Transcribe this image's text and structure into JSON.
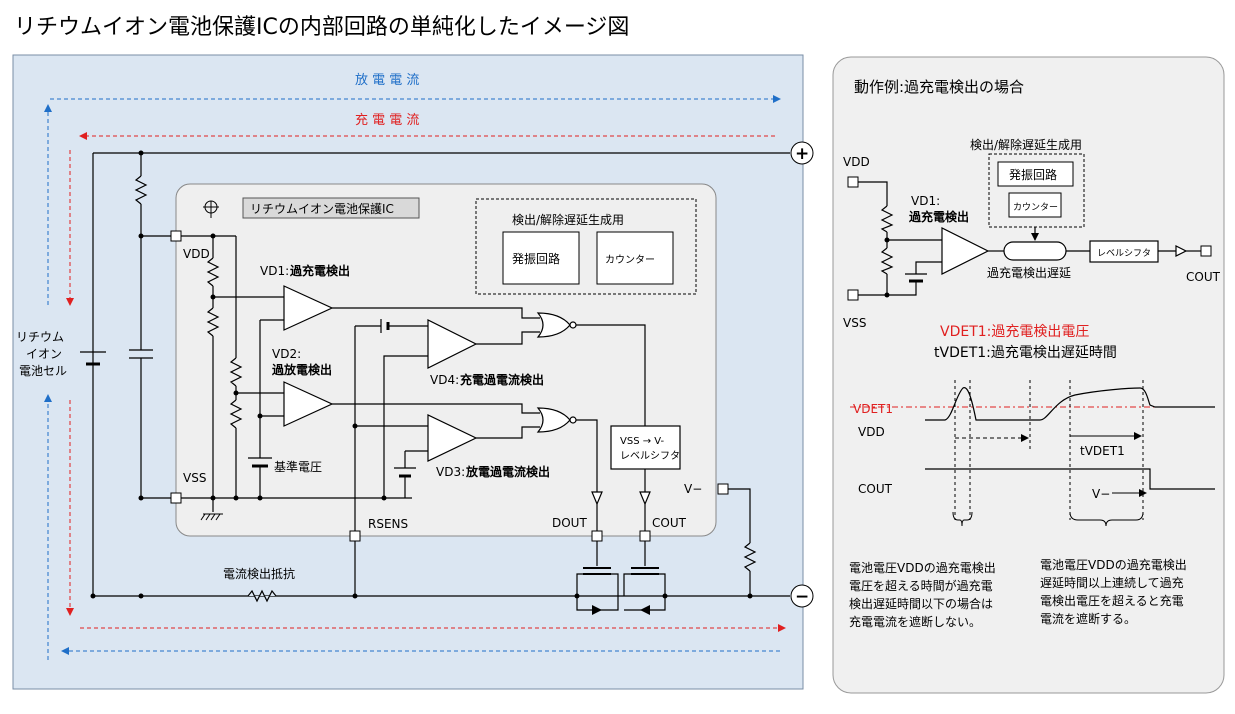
{
  "title": "リチウムイオン電池保護ICの内部回路の単純化したイメージ図",
  "left": {
    "discharge_label": "放 電 電 流",
    "charge_label": "充 電 電 流",
    "ic_label": "リチウムイオン電池保護IC",
    "delay_gen": "検出/解除遅延生成用",
    "oscillator": "発振回路",
    "counter": "カウンター",
    "vdd": "VDD",
    "vss": "VSS",
    "vd1": "VD1:",
    "vd1_name": "過充電検出",
    "vd2": "VD2:",
    "vd2_name": "過放電検出",
    "vd4": "VD4:",
    "vd4_name": "充電過電流検出",
    "vd3": "VD3:",
    "vd3_name": "放電過電流検出",
    "reference": "基準電圧",
    "level_shift_l1": "VSS → V-",
    "level_shift_l2": "レベルシフタ",
    "vminus": "V−",
    "rsens": "RSENS",
    "dout": "DOUT",
    "cout": "COUT",
    "sense_resistor": "電流検出抵抗",
    "cell_l1": "リチウム",
    "cell_l2": "イオン",
    "cell_l3": "電池セル",
    "plus": "+",
    "minus": "−"
  },
  "right": {
    "title": "動作例:過充電検出の場合",
    "delay_gen": "検出/解除遅延生成用",
    "oscillator": "発振回路",
    "counter": "カウンター",
    "vdd": "VDD",
    "vss": "VSS",
    "vd1": "VD1:",
    "vd1_name": "過充電検出",
    "delay_label": "過充電検出遅延",
    "level_shifter": "レベルシフタ",
    "cout": "COUT",
    "vdet1_desc": "VDET1:過充電検出電圧",
    "tvdet1_desc": "tVDET1:過充電検出遅延時間",
    "wave_vdet1": "VDET1",
    "wave_vdd": "VDD",
    "wave_tvdet1": "tVDET1",
    "wave_cout": "COUT",
    "wave_vminus": "V−",
    "note_left": [
      "電池電圧VDDの過充電検出",
      "電圧を超える時間が過充電",
      "検出遅延時間以下の場合は",
      "充電電流を遮断しない。"
    ],
    "note_right": [
      "電池電圧VDDの過充電検出",
      "遅延時間以上連続して過充",
      "電検出電圧を超えると充電",
      "電流を遮断する。"
    ]
  },
  "colors": {
    "left_panel_bg": "#dbe6f2",
    "ic_bg": "#efefef",
    "right_panel_bg": "#f0f0f0",
    "discharge": "#1f6fc8",
    "charge": "#e02020",
    "threshold": "#e02020"
  }
}
